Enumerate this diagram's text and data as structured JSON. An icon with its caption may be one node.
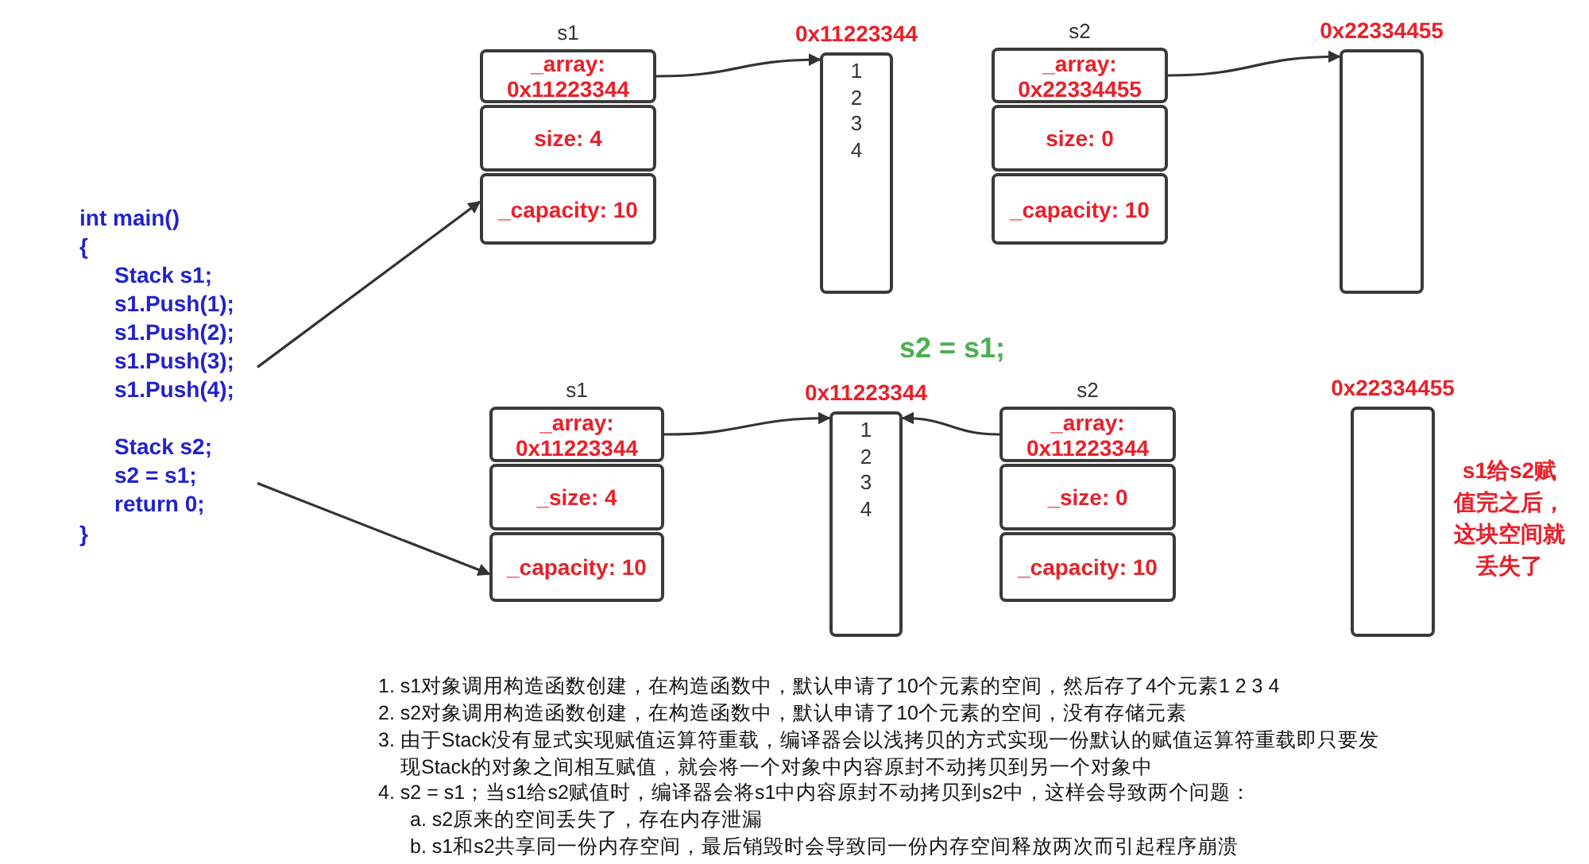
{
  "diagram": {
    "nodes": [
      {
        "text": [
          "int main()",
          "{",
          "Stack s1;",
          "s1.Push(1);",
          "s1.Push(2);",
          "s1.Push(3);",
          "s1.Push(4);",
          "Stack s2;",
          "s2 = s1;",
          "return 0;",
          "}"
        ]
      },
      {
        "text": [
          "s1",
          "_array: 0x11223344"
        ]
      },
      {
        "text": [
          "size: 4"
        ]
      },
      {
        "text": [
          "_capacity: 10"
        ]
      },
      {
        "text": [
          "0x11223344",
          "1",
          "2",
          "3",
          "4"
        ]
      },
      {
        "text": [
          "s2",
          "_array: 0x22334455"
        ]
      },
      {
        "text": [
          "size: 0"
        ]
      },
      {
        "text": [
          "_capacity: 10"
        ]
      },
      {
        "text": [
          "0x22334455"
        ]
      },
      {
        "text": [
          "s1",
          "_array: 0x11223344"
        ]
      },
      {
        "text": [
          "_size: 4"
        ]
      },
      {
        "text": [
          "_capacity: 10"
        ]
      },
      {
        "text": [
          "0x11223344",
          "1",
          "2",
          "3",
          "4"
        ]
      },
      {
        "text": [
          "s2",
          "_array: 0x11223344"
        ]
      },
      {
        "text": [
          "_size: 0"
        ]
      },
      {
        "text": [
          "_capacity: 10"
        ]
      },
      {
        "text": [
          "0x22334455"
        ],
        "beside": [
          "s1给s2赋值完之后，这块空间就丢失了"
        ]
      }
    ],
    "edges": [
      {
        "from": 0,
        "to": 3,
        "arrow": "to"
      },
      {
        "from": 0,
        "to": 11,
        "arrow": "to"
      },
      {
        "from": 1,
        "to": 4,
        "arrow": "to"
      },
      {
        "from": 5,
        "to": 8,
        "arrow": "to"
      },
      {
        "from": 9,
        "to": 12,
        "arrow": "to"
      },
      {
        "from": 13,
        "to": 12,
        "arrow": "to"
      }
    ],
    "labels": [
      "s2 = s1;",
      "1. s1对象调用构造函数创建，在构造函数中，默认申请了10个元素的空间，然后存了4个元素1 2 3 4",
      "2. s2对象调用构造函数创建，在构造函数中，默认申请了10个元素的空间，没有存储元素",
      "3. 由于Stack没有显式实现赋值运算符重载，编译器会以浅拷贝的方式实现一份默认的赋值运算符重载即只要发现Stack的对象之间相互赋值，就会将一个对象中内容原封不动拷贝到另一个对象中",
      "4. s2 = s1；当s1给s2赋值时，编译器会将s1中内容原封不动拷贝到s2中，这样会导致两个问题：",
      "a. s2原来的空间丢失了，存在内存泄漏",
      "b. s1和s2共享同一份内存空间，最后销毁时会导致同一份内存空间释放两次而引起程序崩溃"
    ]
  }
}
